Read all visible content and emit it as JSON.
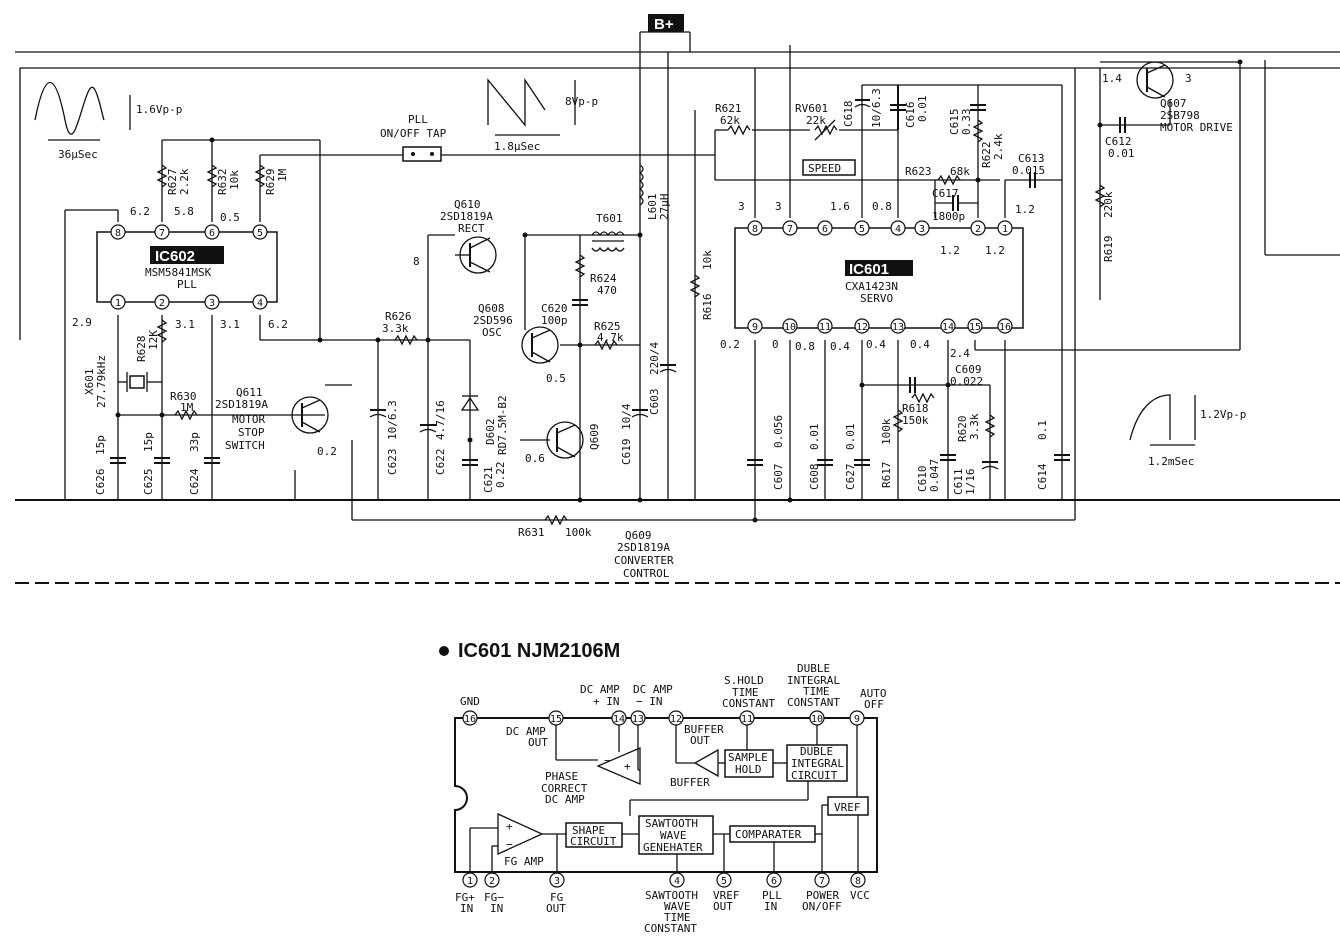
{
  "ic602": {
    "name": "IC602",
    "part": "MSM5841MSK",
    "func": "PLL",
    "top_pins": [
      "8",
      "7",
      "6",
      "5"
    ],
    "bottom_pins": [
      "1",
      "2",
      "3",
      "4"
    ],
    "pin_volts_top": [
      "6.2",
      "5.8",
      "0.5"
    ],
    "pin_volts_bottom": [
      "2.9",
      "3.1",
      "3.1",
      "6.2"
    ]
  },
  "ic601": {
    "name": "IC601",
    "part": "CXA1423N",
    "func": "SERVO",
    "top_pins": [
      "8",
      "7",
      "6",
      "5",
      "4",
      "3",
      "2",
      "1"
    ],
    "bottom_pins": [
      "9",
      "10",
      "11",
      "12",
      "13",
      "14",
      "15",
      "16"
    ],
    "pin_volts_top": [
      "3",
      "3",
      "1.6",
      "0.8",
      "1.2",
      "1.2",
      "1.2"
    ],
    "pin_volts_bottom": [
      "0.2",
      "0",
      "0.8",
      "0.4",
      "0.4",
      "0.4",
      "2.4"
    ]
  },
  "supply": {
    "label": "B+"
  },
  "waveforms": {
    "sine_amp": "1.6Vp-p",
    "sine_period": "36µSec",
    "saw_amp": "8Vp-p",
    "saw_period": "1.8µSec",
    "q607_amp": "1.2Vp-p",
    "q607_period": "1.2mSec"
  },
  "switch": {
    "l1": "PLL",
    "l2": "ON/OFF TAP"
  },
  "resistors": {
    "r627": [
      "R627",
      "2.2k"
    ],
    "r632": [
      "R632",
      "10k"
    ],
    "r629": [
      "R629",
      "1M"
    ],
    "r628": [
      "R628",
      "12K"
    ],
    "r630": [
      "R630",
      "1M"
    ],
    "r626": [
      "R626",
      "3.3k"
    ],
    "r624": [
      "R624",
      "470"
    ],
    "r625": [
      "R625",
      "4.7k"
    ],
    "r621": [
      "R621",
      "62k"
    ],
    "rv601": [
      "RV601",
      "22k"
    ],
    "r622": [
      "R622",
      "2.4k"
    ],
    "r623": [
      "R623",
      "68k"
    ],
    "r616": [
      "R616",
      "10k"
    ],
    "r619": [
      "R619",
      "220k"
    ],
    "r617": [
      "R617",
      "100k"
    ],
    "r618": [
      "R618",
      "150k"
    ],
    "r620": [
      "R620",
      "3.3k"
    ],
    "r631": [
      "R631",
      "100k"
    ]
  },
  "caps": {
    "c626": [
      "C626",
      "15p"
    ],
    "c625": [
      "C625",
      "15p"
    ],
    "c624": [
      "C624",
      "33p"
    ],
    "c623": [
      "C623",
      "10/6.3"
    ],
    "c622": [
      "C622",
      "4.7/16"
    ],
    "c621": [
      "C621",
      "0.22"
    ],
    "c620": [
      "C620",
      "100p"
    ],
    "c619": [
      "C619",
      "10/4"
    ],
    "c603": [
      "C603",
      "220/4"
    ],
    "c618": [
      "C618",
      "10/6.3"
    ],
    "c616": [
      "C616",
      "0.01"
    ],
    "c615": [
      "C615",
      "0.33"
    ],
    "c613": [
      "C613",
      "0.015"
    ],
    "c617": [
      "C617",
      "1800p"
    ],
    "c612": [
      "C612",
      "0.01"
    ],
    "c607": [
      "C607",
      "0.056"
    ],
    "c608": [
      "C608",
      "0.01"
    ],
    "c627": [
      "C627",
      "0.01"
    ],
    "c610": [
      "C610",
      "0.047"
    ],
    "c611": [
      "C611",
      "1/16"
    ],
    "c609": [
      "C609",
      "0.022"
    ],
    "c614": [
      "C614",
      "0.1"
    ]
  },
  "parts": {
    "x601": [
      "X601",
      "27.79kHz"
    ],
    "d602": [
      "D602",
      "RD7.5M-B2"
    ],
    "t601": "T601",
    "l601": [
      "L601",
      "27µH"
    ],
    "speed": "SPEED"
  },
  "transistors": {
    "q610": [
      "Q610",
      "2SD1819A",
      "RECT"
    ],
    "q608": [
      "Q608",
      "2SD596",
      "OSC"
    ],
    "q609_label": "Q609",
    "q609": [
      "Q609",
      "2SD1819A",
      "CONVERTER",
      "CONTROL"
    ],
    "q611": [
      "Q611",
      "2SD1819A",
      "MOTOR",
      "STOP",
      "SWITCH"
    ],
    "q607": [
      "Q607",
      "2SB798",
      "MOTOR DRIVE"
    ]
  },
  "node_volts": {
    "v8": "8",
    "v05": "0.5",
    "v06": "0.6",
    "v02": "0.2",
    "q607_b": "1.4",
    "q607_c": "3"
  },
  "block": {
    "title": "IC601 NJM2106M",
    "top_pins": [
      "16",
      "15",
      "14",
      "13",
      "12",
      "11",
      "10",
      "9"
    ],
    "bottom_pins": [
      "1",
      "2",
      "3",
      "4",
      "5",
      "6",
      "7",
      "8"
    ],
    "labels": {
      "gnd": "GND",
      "dc_amp_out": [
        "DC AMP",
        "OUT"
      ],
      "dc_amp_pin": [
        "DC AMP",
        "+ IN"
      ],
      "dc_amp_nin": [
        "DC AMP",
        "− IN"
      ],
      "buffer_out": [
        "BUFFER",
        "OUT"
      ],
      "shold": [
        "S.HOLD",
        "TIME",
        "CONSTANT"
      ],
      "duble_int": [
        "DUBLE",
        "INTEGRAL",
        "TIME",
        "CONSTANT"
      ],
      "auto_off": [
        "AUTO",
        "OFF"
      ],
      "phase": [
        "PHASE",
        "CORRECT",
        "DC AMP"
      ],
      "buffer": "BUFFER",
      "sample_hold": [
        "SAMPLE",
        "HOLD"
      ],
      "duble_circ": [
        "DUBLE",
        "INTEGRAL",
        "CIRCUIT"
      ],
      "vref_box": "VREF",
      "shape": [
        "SHAPE",
        "CIRCUIT"
      ],
      "sawtooth": [
        "SAWTOOTH",
        "WAVE",
        "GENEHATER"
      ],
      "comparater": "COMPARATER",
      "fg_amp": "FG AMP",
      "fg_pin": [
        "FG+",
        "IN"
      ],
      "fg_nin": [
        "FG−",
        "IN"
      ],
      "fg_out": [
        "FG",
        "OUT"
      ],
      "saw_tc": [
        "SAWTOOTH",
        "WAVE",
        "TIME",
        "CONSTANT"
      ],
      "vref_out": [
        "VREF",
        "OUT"
      ],
      "pll_in": [
        "PLL",
        "IN"
      ],
      "power": [
        "POWER",
        "ON/OFF"
      ],
      "vcc": "VCC"
    }
  }
}
